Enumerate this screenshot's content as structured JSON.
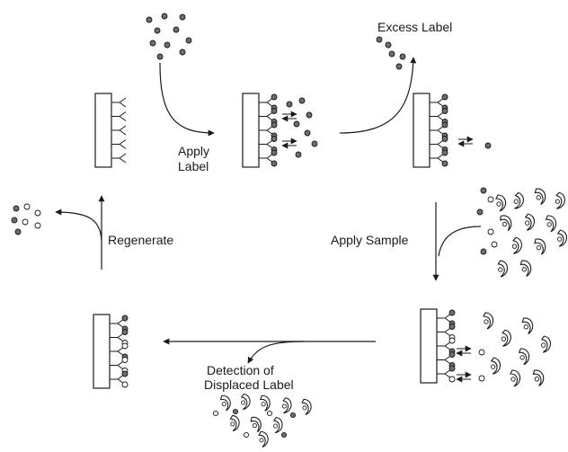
{
  "labels": {
    "excess_label": "Excess Label",
    "apply_label_line1": "Apply",
    "apply_label_line2": "Label",
    "regenerate": "Regenerate",
    "apply_sample": "Apply Sample",
    "detection_line1": "Detection of",
    "detection_line2": "Displaced Label"
  },
  "colors": {
    "stroke": "#1a1a1a",
    "label_dot": "#6e6e6e",
    "empty_dot": "#ffffff",
    "background": "#ffffff"
  },
  "icons": {
    "antibody": "y-shaped-antibody-icon",
    "label": "filled-grey-dot-icon",
    "analyte": "crescent-analyte-icon"
  }
}
